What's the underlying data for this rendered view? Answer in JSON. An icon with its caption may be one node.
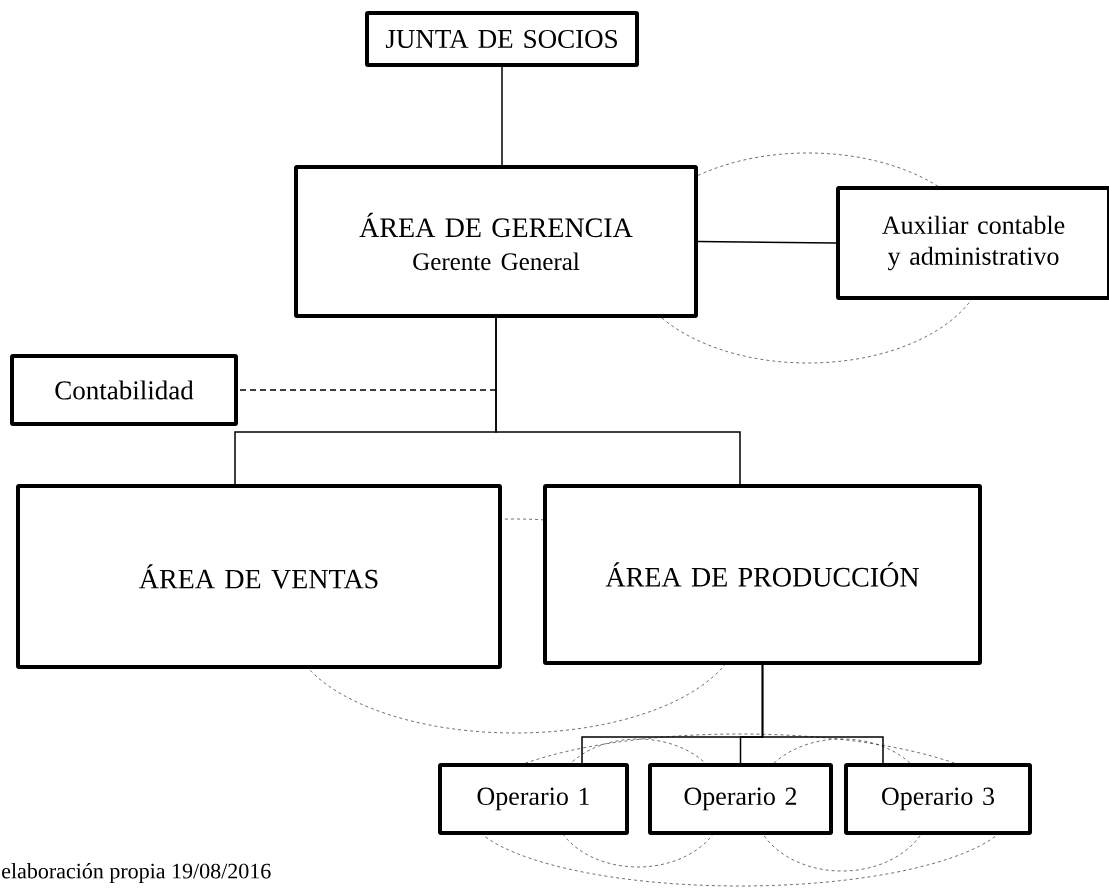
{
  "diagram": {
    "caption": "elaboración propia 19/08/2016",
    "nodes": [
      {
        "text": [
          "JUNTA DE SOCIOS"
        ]
      },
      {
        "text": [
          "ÁREA DE GERENCIA",
          "Gerente General"
        ]
      },
      {
        "text": [
          "Auxiliar contable y administrativo"
        ]
      },
      {
        "text": [
          "Contabilidad"
        ]
      },
      {
        "text": [
          "ÁREA DE VENTAS"
        ]
      },
      {
        "text": [
          "ÁREA DE PRODUCCIÓN"
        ]
      },
      {
        "text": [
          "Operario 1"
        ]
      },
      {
        "text": [
          "Operario 2"
        ]
      },
      {
        "text": [
          "Operario 3"
        ]
      }
    ],
    "edges": [
      {
        "from": 0,
        "to": 1,
        "arrow": "none"
      },
      {
        "from": 1,
        "to": 2,
        "arrow": "none"
      },
      {
        "from": 1,
        "to": 3,
        "arrow": "none",
        "style": "dashed"
      },
      {
        "from": 1,
        "to": 4,
        "arrow": "none"
      },
      {
        "from": 1,
        "to": 5,
        "arrow": "none"
      },
      {
        "from": 5,
        "to": 6,
        "arrow": "none"
      },
      {
        "from": 5,
        "to": 7,
        "arrow": "none"
      },
      {
        "from": 5,
        "to": 8,
        "arrow": "none"
      }
    ]
  }
}
